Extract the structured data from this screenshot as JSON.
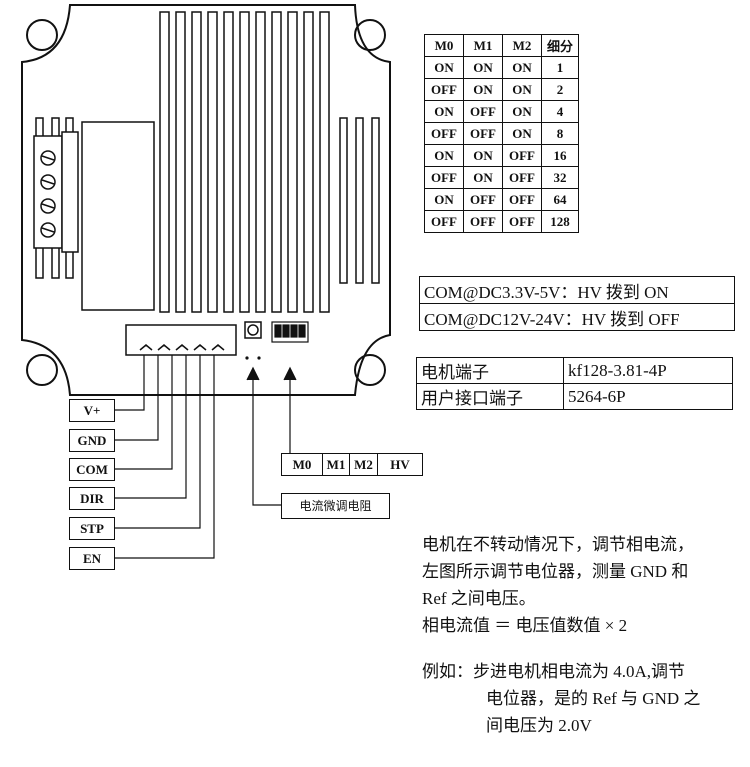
{
  "microstep_table": {
    "headers": [
      "M0",
      "M1",
      "M2",
      "细分"
    ],
    "rows": [
      [
        "ON",
        "ON",
        "ON",
        "1"
      ],
      [
        "OFF",
        "ON",
        "ON",
        "2"
      ],
      [
        "ON",
        "OFF",
        "ON",
        "4"
      ],
      [
        "OFF",
        "OFF",
        "ON",
        "8"
      ],
      [
        "ON",
        "ON",
        "OFF",
        "16"
      ],
      [
        "OFF",
        "ON",
        "OFF",
        "32"
      ],
      [
        "ON",
        "OFF",
        "OFF",
        "64"
      ],
      [
        "OFF",
        "OFF",
        "OFF",
        "128"
      ]
    ]
  },
  "com_table": [
    "COM@DC3.3V-5V：HV 拨到 ON",
    "COM@DC12V-24V：HV 拨到 OFF"
  ],
  "terminal_table": [
    {
      "key": "电机端子",
      "value": "kf128-3.81-4P"
    },
    {
      "key": "用户接口端子",
      "value": "5264-6P"
    }
  ],
  "pins": [
    "V+",
    "GND",
    "COM",
    "DIR",
    "STP",
    "EN"
  ],
  "dip_labels": [
    "M0",
    "M1",
    "M2",
    "HV"
  ],
  "resistor_label": "电流微调电阻",
  "notes": {
    "line1": "电机在不转动情况下，调节相电流，",
    "line2": "左图所示调节电位器，测量 GND 和",
    "line3": "Ref 之间电压。",
    "line4": "相电流值 ＝ 电压值数值 × 2",
    "example1": "例如：步进电机相电流为 4.0A,调节",
    "example2": "电位器，是的 Ref 与 GND 之",
    "example3": "间电压为 2.0V"
  }
}
